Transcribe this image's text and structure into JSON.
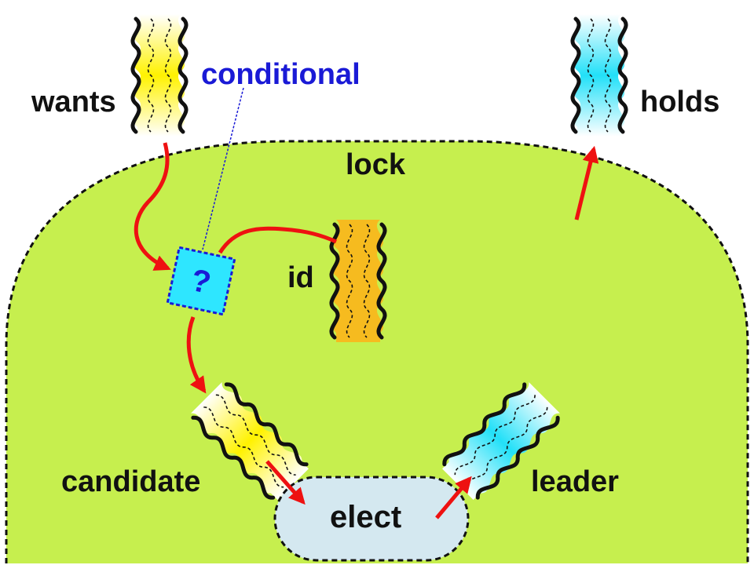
{
  "labels": {
    "wants": "wants",
    "holds": "holds",
    "conditional": "conditional",
    "lock": "lock",
    "id": "id",
    "question": "?",
    "candidate": "candidate",
    "leader": "leader",
    "elect": "elect"
  },
  "colors": {
    "lock_fill": "#c6ef4e",
    "elect_fill": "#d4e8f0",
    "conditional_box": "#2ee6ff",
    "conditional_text": "#1a1ad6",
    "arrow": "#ee1111",
    "yellow": "#fff200",
    "cyan": "#22e0f8",
    "orange": "#f6bb1f"
  }
}
